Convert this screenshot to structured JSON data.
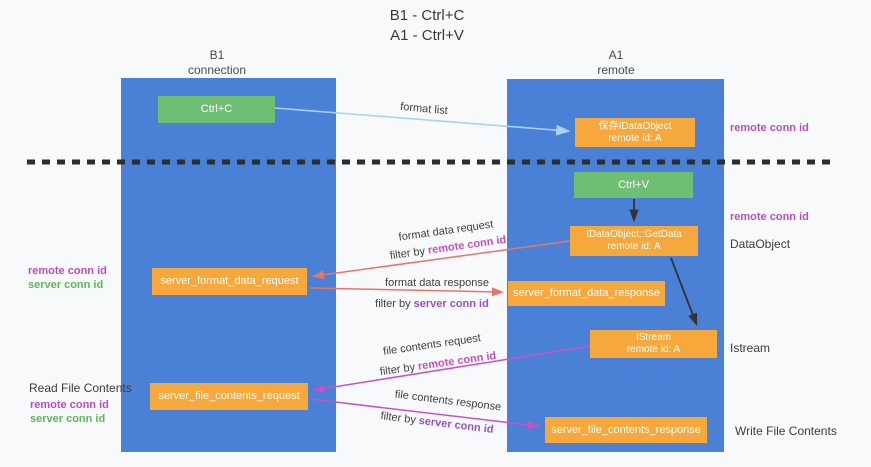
{
  "title": {
    "line1": "B1 - Ctrl+C",
    "line2": "A1 - Ctrl+V"
  },
  "lanes": {
    "left": {
      "name": "B1",
      "role": "connection"
    },
    "right": {
      "name": "A1",
      "role": "remote"
    }
  },
  "nodes": {
    "ctrl_c": {
      "label": "Ctrl+C"
    },
    "store_idataobject": {
      "line1": "保存IDataObject",
      "line2": "remote id: A"
    },
    "ctrl_v": {
      "label": "Ctrl+V"
    },
    "getdata": {
      "line1": "IDataObject::GetData",
      "line2": "remote id: A"
    },
    "server_format_data_request": {
      "label": "server_format_data_request"
    },
    "server_format_data_response": {
      "label": "server_format_data_response"
    },
    "istream": {
      "line1": "IStream",
      "line2": "remote id: A"
    },
    "server_file_contents_request": {
      "label": "server_file_contents_request"
    },
    "server_file_contents_response": {
      "label": "server_file_contents_response"
    }
  },
  "flows": {
    "format_list": {
      "label": "format list"
    },
    "format_data_request": {
      "label": "format data request",
      "filter_prefix": "filter by",
      "filter_key": "remote conn id"
    },
    "format_data_response": {
      "label": "format data response",
      "filter_prefix": "filter by",
      "filter_key": "server conn id"
    },
    "file_contents_request": {
      "label": "file contents request",
      "filter_prefix": "filter by",
      "filter_key": "remote conn id"
    },
    "file_contents_response": {
      "label": "file contents response",
      "filter_prefix": "filter by",
      "filter_key": "server conn id"
    }
  },
  "annotations": {
    "right_remote_conn_top": "remote conn id",
    "right_remote_conn_mid": "remote conn id",
    "right_dataobject": "DataObject",
    "right_istream": "Istream",
    "right_write_file": "Write File Contents",
    "left_remote_conn_format": "remote conn id",
    "left_server_conn_format": "server conn id",
    "left_read_file": "Read File Contents",
    "left_remote_conn_file": "remote conn id",
    "left_server_conn_file": "server conn id"
  },
  "colors": {
    "lane_blue": "#4b80d7",
    "box_orange": "#f6a83c",
    "box_green": "#6ebe73",
    "arrow_lightblue": "#a9d3f2",
    "arrow_red": "#e8756b",
    "arrow_magenta": "#c653c6",
    "arrow_black": "#333333",
    "label_magenta": "#c24fc2",
    "label_purple": "#9353cc",
    "label_green": "#5cb85c",
    "text_dark": "#3c3c3c",
    "background": "#f8f9fa"
  }
}
